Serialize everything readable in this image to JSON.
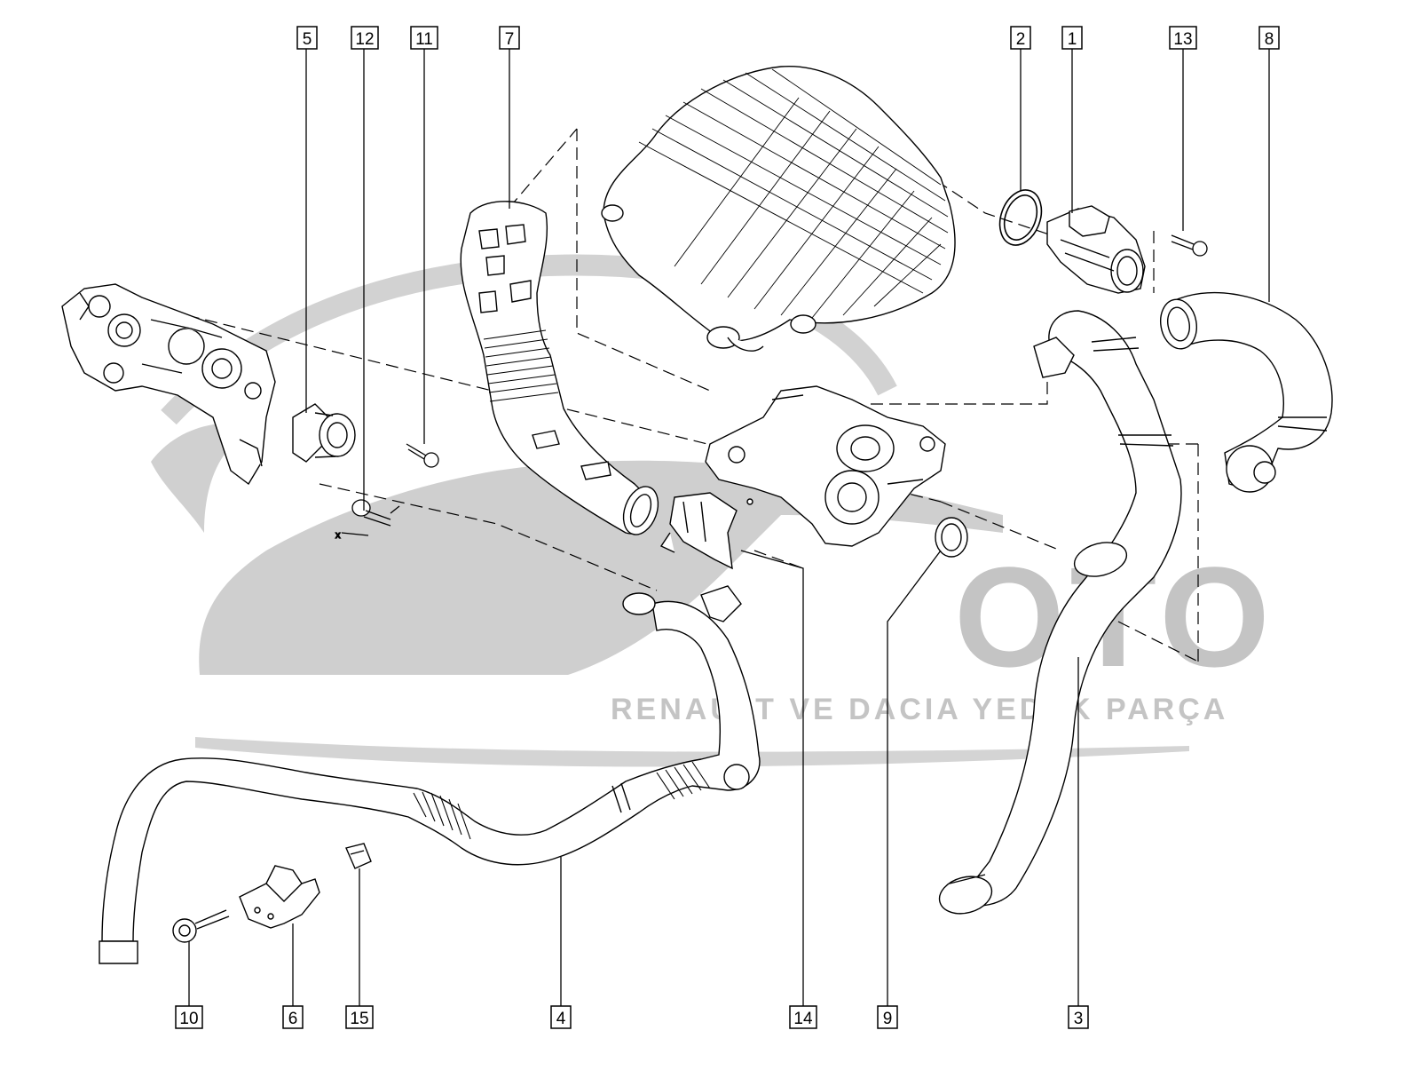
{
  "watermark": {
    "brand": "OTO",
    "tagline": "RENAULT VE DACIA YEDEK PARÇA",
    "color": "#c4c4c4"
  },
  "callouts": [
    {
      "id": "5",
      "label": "5"
    },
    {
      "id": "12",
      "label": "12"
    },
    {
      "id": "11",
      "label": "11"
    },
    {
      "id": "7",
      "label": "7"
    },
    {
      "id": "2",
      "label": "2"
    },
    {
      "id": "1",
      "label": "1"
    },
    {
      "id": "13",
      "label": "13"
    },
    {
      "id": "8",
      "label": "8"
    },
    {
      "id": "10",
      "label": "10"
    },
    {
      "id": "6",
      "label": "6"
    },
    {
      "id": "15",
      "label": "15"
    },
    {
      "id": "4",
      "label": "4"
    },
    {
      "id": "14",
      "label": "14"
    },
    {
      "id": "9",
      "label": "9"
    },
    {
      "id": "3",
      "label": "3"
    }
  ],
  "marker_label": "x"
}
